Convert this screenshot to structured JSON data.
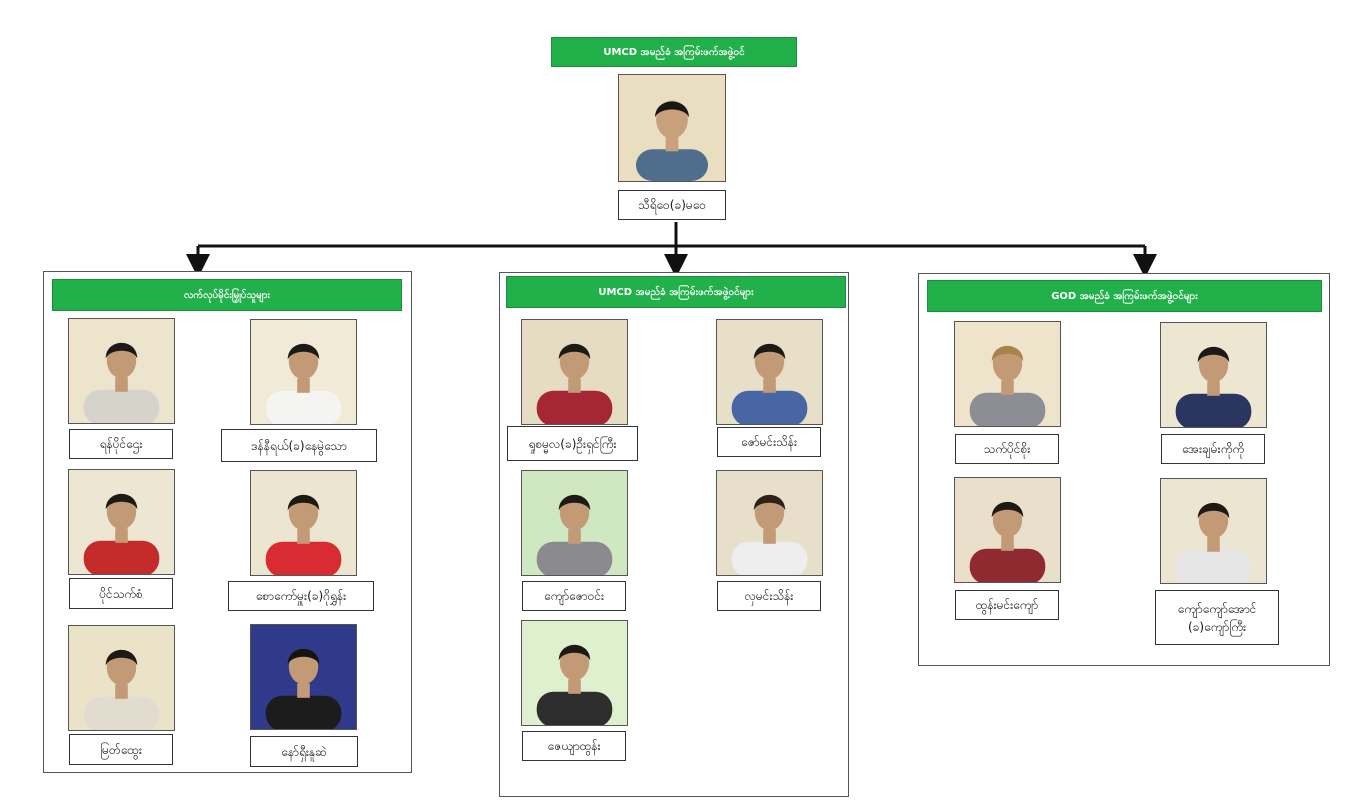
{
  "colors": {
    "header_green": "#22b04b",
    "line": "#111111"
  },
  "top": {
    "header": "UMCD အမည်ခံ အကြမ်းဖက်အဖွဲ့ဝင်",
    "leader": {
      "name": "သီရိဝေ(ခ)မဝေ",
      "bg": "#e9dfc0",
      "shirt": "#4f6d8c",
      "hair": "#1b1712"
    }
  },
  "groups": [
    {
      "header": "လက်လုပ်မိုင်းမြှုပ်သူများ",
      "members": [
        {
          "name": "ရန်ပိုင်ဌေး",
          "bg": "#ece4cc",
          "shirt": "#d6d3cb",
          "hair": "#1d1a16"
        },
        {
          "name": "ဒန်နီရယ်(ခ)နေမွဲသော",
          "bg": "#f0ead6",
          "shirt": "#f4f4f2",
          "hair": "#1d1a16"
        },
        {
          "name": "ပိုင်သက်စံ",
          "bg": "#ede6d3",
          "shirt": "#c42c2c",
          "hair": "#1d1a16"
        },
        {
          "name": "စောကော်မှူး(ခ)ဂိုရွှန်း",
          "bg": "#ece5cf",
          "shirt": "#d82b32",
          "hair": "#1d1a16"
        },
        {
          "name": "မြတ်ထွေး",
          "bg": "#ebe3c8",
          "shirt": "#e2dccf",
          "hair": "#1d1a16"
        },
        {
          "name": "နော်ရှီးနူဆဲ",
          "bg": "#2f3a8a",
          "shirt": "#1c1c1c",
          "hair": "#15120f"
        }
      ]
    },
    {
      "header": "UMCD အမည်ခံ အကြမ်းဖက်အဖွဲ့ဝင်များ",
      "members": [
        {
          "name": "ရှုစမ္မလ(ခ)ဦးရှင်ကြီး",
          "bg": "#e6dcc3",
          "shirt": "#a52634",
          "hair": "#1d1a16"
        },
        {
          "name": "ဇော်မင်းသိန်း",
          "bg": "#e7dfc8",
          "shirt": "#4866a4",
          "hair": "#1d1a16"
        },
        {
          "name": "ကျော်ဇောဝင်း",
          "bg": "#cfe8c2",
          "shirt": "#8a8a8f",
          "hair": "#1d1a16"
        },
        {
          "name": "လှမင်းသိန်း",
          "bg": "#e7dfc9",
          "shirt": "#eeeeee",
          "hair": "#2a221b"
        },
        {
          "name": "ဇေယျာထွန်း",
          "bg": "#dff0cf",
          "shirt": "#2e2e2e",
          "hair": "#1d1a16"
        }
      ]
    },
    {
      "header": "GOD အမည်ခံ အကြမ်းဖက်အဖွဲ့ဝင်များ",
      "members": [
        {
          "name": "သက်ပိုင်စိုး",
          "bg": "#ede4cb",
          "shirt": "#8d8e95",
          "hair": "#a8834a"
        },
        {
          "name": "အေးချမ်းကိုကို",
          "bg": "#ede6d0",
          "shirt": "#2a3560",
          "hair": "#1d1a16"
        },
        {
          "name": "ထွန်းမင်းကျော်",
          "bg": "#eadfca",
          "shirt": "#8f2a30",
          "hair": "#1d1a16"
        },
        {
          "name": "ကျော်ကျော်အောင်\n(ခ)ကျော်ကြီး",
          "bg": "#ece5d2",
          "shirt": "#e6e6e6",
          "hair": "#1d1a16"
        }
      ]
    }
  ]
}
